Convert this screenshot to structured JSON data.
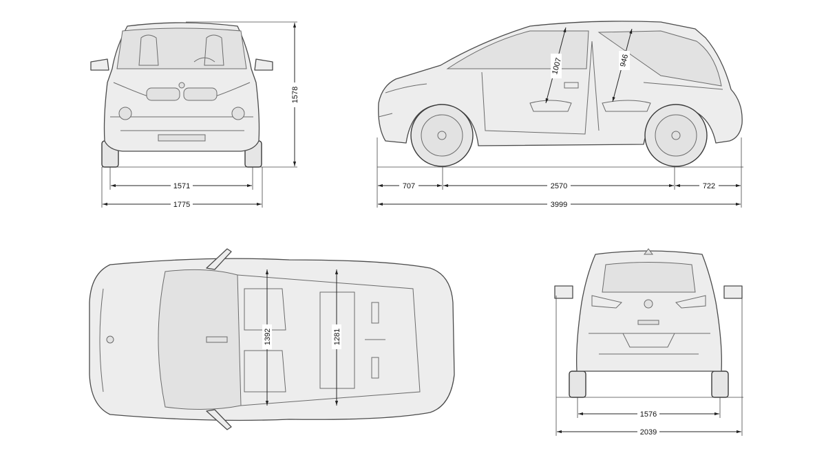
{
  "title": "Vehicle dimensions drawing",
  "views": {
    "front": {
      "height": "1578",
      "track": "1571",
      "width": "1775"
    },
    "side": {
      "front_overhang": "707",
      "wheelbase": "2570",
      "rear_overhang": "722",
      "length": "3999",
      "front_headroom": "1007",
      "rear_headroom": "946"
    },
    "top": {
      "front_shoulder": "1392",
      "rear_shoulder": "1281"
    },
    "rear": {
      "track": "1576",
      "width_mirrors": "2039"
    }
  },
  "colors": {
    "body": "#ededed",
    "line": "#4a4a4a",
    "dimension": "#222222"
  }
}
